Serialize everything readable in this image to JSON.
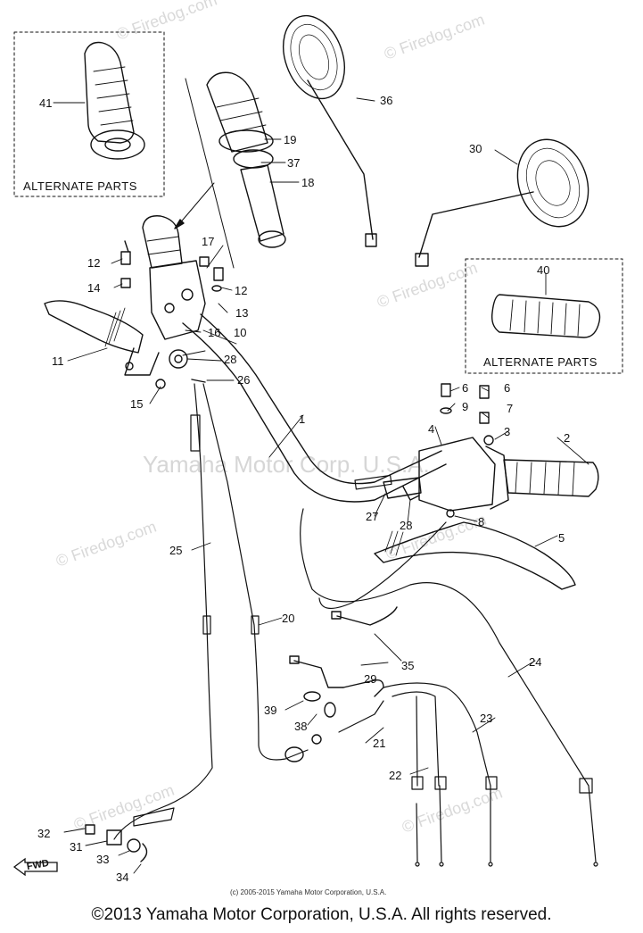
{
  "alternate_parts_label": "ALTERNATE   PARTS",
  "callouts": [
    "1",
    "2",
    "3",
    "4",
    "5",
    "6",
    "6",
    "7",
    "8",
    "9",
    "10",
    "11",
    "12",
    "12",
    "13",
    "14",
    "15",
    "16",
    "17",
    "18",
    "19",
    "20",
    "21",
    "22",
    "23",
    "24",
    "25",
    "26",
    "27",
    "28",
    "28",
    "29",
    "30",
    "31",
    "32",
    "33",
    "34",
    "35",
    "36",
    "37",
    "38",
    "39",
    "40",
    "41"
  ],
  "watermark": {
    "site": "© Firedog.com",
    "company": "Yamaha Motor Corp. U.S.A."
  },
  "fine_print": "(c) 2005-2015 Yamaha Motor Corporation, U.S.A.",
  "copyright": "©2013 Yamaha Motor Corporation, U.S.A. All rights reserved.",
  "fwd_label": "FWD"
}
